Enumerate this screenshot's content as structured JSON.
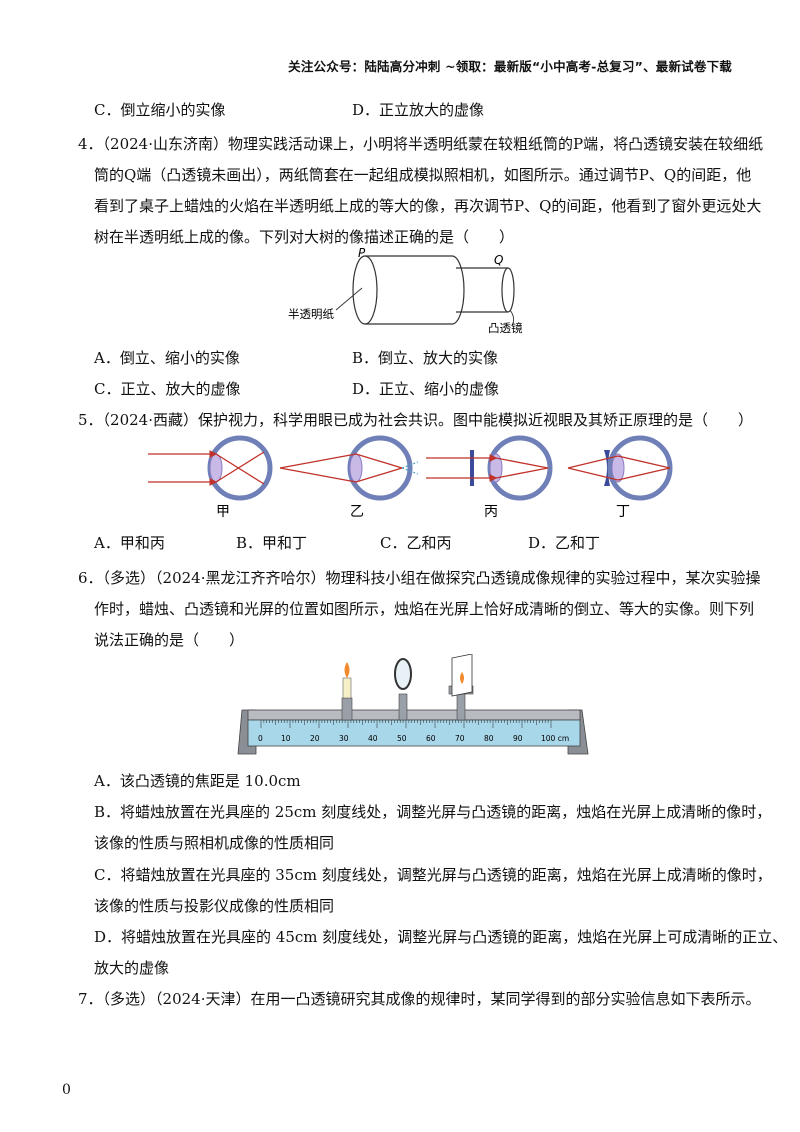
{
  "header": "关注公众号：陆陆高分冲刺 ~领取：最新版“小中高考-总复习”、最新试卷下载",
  "q3": {
    "optC": "C．倒立缩小的实像",
    "optD": "D．正立放大的虚像"
  },
  "q4": {
    "lines": [
      "4．（2024·山东济南）物理实践活动课上，小明将半透明纸蒙在较粗纸筒的P端，将凸透镜安装在较细纸",
      "筒的Q端（凸透镜未画出），两纸筒套在一起组成模拟照相机，如图所示。通过调节P、Q的间距，他",
      "看到了桌子上蜡烛的火焰在半透明纸上成的等大的像，再次调节P、Q的间距，他看到了窗外更远处大",
      "树在半透明纸上成的像。下列对大树的像描述正确的是（　　）"
    ],
    "figure": {
      "label_p": "P",
      "label_q": "Q",
      "label_paper": "半透明纸",
      "label_lens": "凸透镜"
    },
    "optA": "A．倒立、缩小的实像",
    "optB": "B．倒立、放大的实像",
    "optC": "C．正立、放大的虚像",
    "optD": "D．正立、缩小的虚像"
  },
  "q5": {
    "line": "5．（2024·西藏）保护视力，科学用眼已成为社会共识。图中能模拟近视眼及其矫正原理的是（　　）",
    "figure": {
      "labels": [
        "甲",
        "乙",
        "丙",
        "丁"
      ]
    },
    "optA": "A．甲和丙",
    "optB": "B．甲和丁",
    "optC": "C．乙和丙",
    "optD": "D．乙和丁"
  },
  "q6": {
    "lines": [
      "6．（多选）（2024·黑龙江齐齐哈尔）物理科技小组在做探究凸透镜成像规律的实验过程中，某次实验操",
      "作时，蜡烛、凸透镜和光屏的位置如图所示，烛焰在光屏上恰好成清晰的倒立、等大的实像。则下列",
      "说法正确的是（　　）"
    ],
    "bench": {
      "ticks": [
        "0",
        "10",
        "20",
        "30",
        "40",
        "50",
        "60",
        "70",
        "80",
        "90",
        "100 cm"
      ]
    },
    "optA": "A．该凸透镜的焦距是 10.0cm",
    "optB1": "B．将蜡烛放置在光具座的 25cm 刻度线处，调整光屏与凸透镜的距离，烛焰在光屏上成清晰的像时，",
    "optB2": "该像的性质与照相机成像的性质相同",
    "optC1": "C．将蜡烛放置在光具座的 35cm 刻度线处，调整光屏与凸透镜的距离，烛焰在光屏上成清晰的像时，",
    "optC2": "该像的性质与投影仪成像的性质相同",
    "optD1": "D．将蜡烛放置在光具座的 45cm 刻度线处，调整光屏与凸透镜的距离，烛焰在光屏上可成清晰的正立、",
    "optD2": "放大的虚像"
  },
  "q7": {
    "line": "7．（多选）（2024·天津）在用一凸透镜研究其成像的规律时，某同学得到的部分实验信息如下表所示。"
  },
  "page_number": "0"
}
